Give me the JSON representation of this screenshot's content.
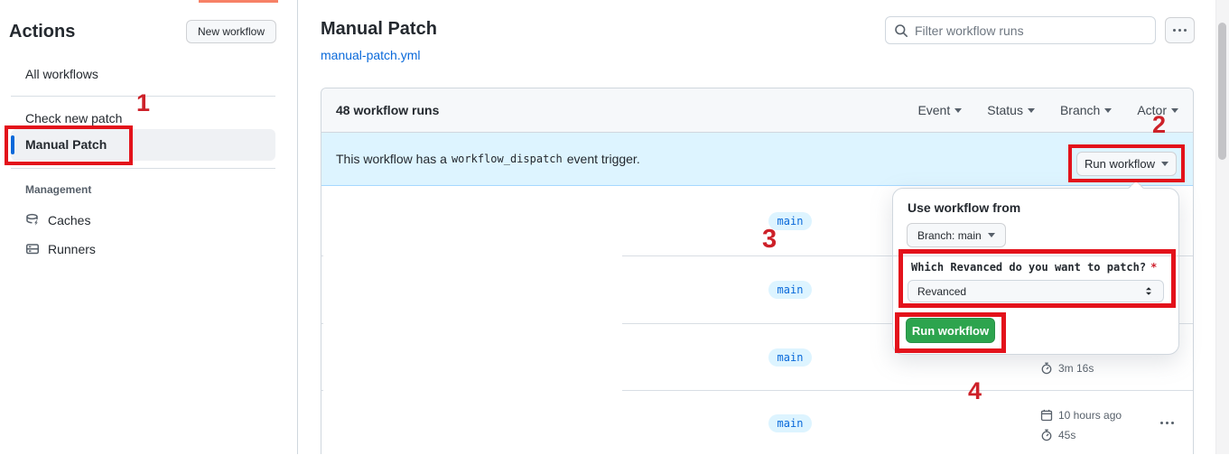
{
  "sidebar": {
    "title": "Actions",
    "new_workflow_button": "New workflow",
    "items": [
      {
        "label": "All workflows"
      },
      {
        "label": "Check new patch"
      },
      {
        "label": "Manual Patch"
      }
    ],
    "management": {
      "heading": "Management",
      "items": [
        {
          "label": "Caches"
        },
        {
          "label": "Runners"
        }
      ]
    }
  },
  "header": {
    "title": "Manual Patch",
    "file_link": "manual-patch.yml",
    "filter_placeholder": "Filter workflow runs"
  },
  "runs": {
    "count_label": "48 workflow runs",
    "filters": [
      {
        "label": "Event"
      },
      {
        "label": "Status"
      },
      {
        "label": "Branch"
      },
      {
        "label": "Actor"
      }
    ],
    "banner": {
      "text_before": "This workflow has a",
      "code": "workflow_dispatch",
      "text_after": "event trigger.",
      "run_button": "Run workflow"
    },
    "rows": [
      {
        "branch": "main",
        "date": "",
        "duration": ""
      },
      {
        "branch": "main",
        "date": "",
        "duration": ""
      },
      {
        "branch": "main",
        "date": "",
        "duration": "3m 16s"
      },
      {
        "branch": "main",
        "date": "10 hours ago",
        "duration": "45s"
      }
    ]
  },
  "run_dialog": {
    "heading": "Use workflow from",
    "branch_button": "Branch: main",
    "input_label": "Which Revanced do you want to patch?",
    "required_mark": "*",
    "input_value": "Revanced",
    "submit_button": "Run workflow"
  },
  "annotations": {
    "step1": "1",
    "step2": "2",
    "step3": "3",
    "step4": "4"
  },
  "colors": {
    "accent_blue": "#0969da",
    "banner_bg": "#ddf4ff",
    "button_green": "#2da44e",
    "annotation_red": "#e3121b",
    "loading_bar_orange": "#f78166"
  }
}
